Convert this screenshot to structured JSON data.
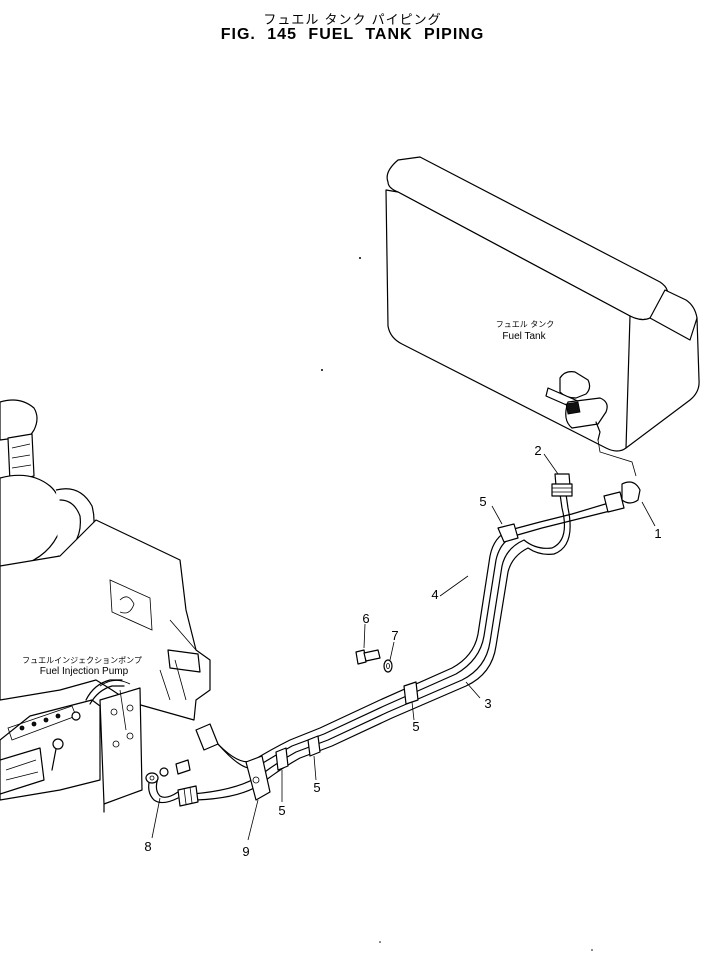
{
  "title_jp": "フュエル タンク パイピング",
  "title_en": "FIG. 145   FUEL  TANK  PIPING",
  "labels": {
    "fuel_tank_jp": "フュエル タンク",
    "fuel_tank_en": "Fuel Tank",
    "injection_pump_jp": "フュエルインジェクションポンプ",
    "injection_pump_en": "Fuel Injection Pump"
  },
  "callouts": {
    "c1": "1",
    "c2": "2",
    "c3": "3",
    "c4": "4",
    "c5a": "5",
    "c5b": "5",
    "c5c": "5",
    "c5d": "5",
    "c6": "6",
    "c7": "7",
    "c8": "8",
    "c9": "9"
  }
}
